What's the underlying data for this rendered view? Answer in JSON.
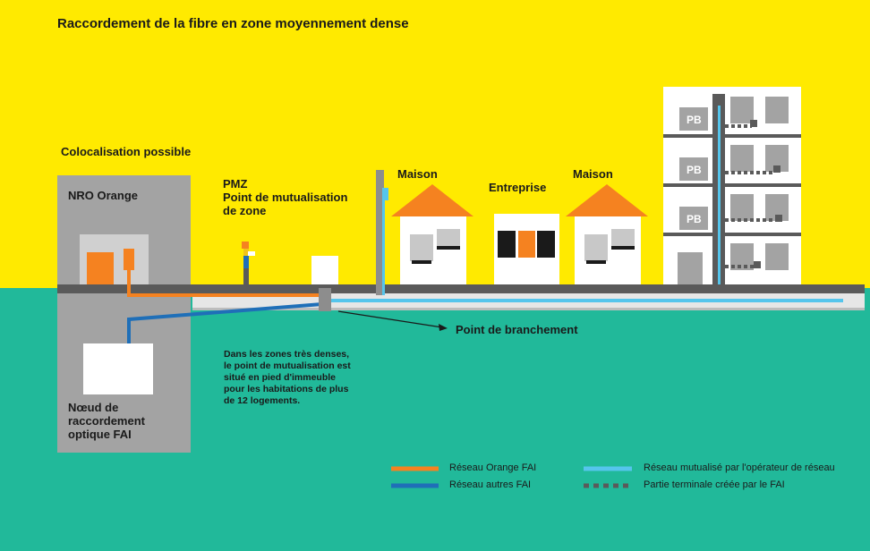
{
  "title": "Raccordement de la fibre en zone moyennement dense",
  "labels": {
    "colocalisation": "Colocalisation possible",
    "nro": "NRO Orange",
    "pmz_line1": "PMZ",
    "pmz_line2": "Point de mutualisation",
    "pmz_line3": "de zone",
    "maison1": "Maison",
    "entreprise": "Entreprise",
    "maison2": "Maison",
    "pb1": "PB",
    "pb2": "PB",
    "pb3": "PB",
    "point_branchement": "Point de branchement",
    "noeud_line1": "Nœud de",
    "noeud_line2": "raccordement",
    "noeud_line3": "optique FAI"
  },
  "note": {
    "line1": "Dans les zones très denses,",
    "line2": "le point de mutualisation est",
    "line3": "situé en pied d'immeuble",
    "line4": "pour les habitations de plus",
    "line5": "de 12 logements."
  },
  "legend": {
    "orange": "Réseau Orange FAI",
    "blue": "Réseau autres FAI",
    "lightblue": "Réseau mutualisé par l'opérateur de réseau",
    "dotted": "Partie terminale créée par le FAI"
  },
  "colors": {
    "sky": "#ffea00",
    "ground": "#21b99a",
    "orange_network": "#f58220",
    "blue_network": "#1f6fb8",
    "lightblue_network": "#55c5ec",
    "grey": "#a3a3a3",
    "dark_grey": "#5a5a5a"
  }
}
